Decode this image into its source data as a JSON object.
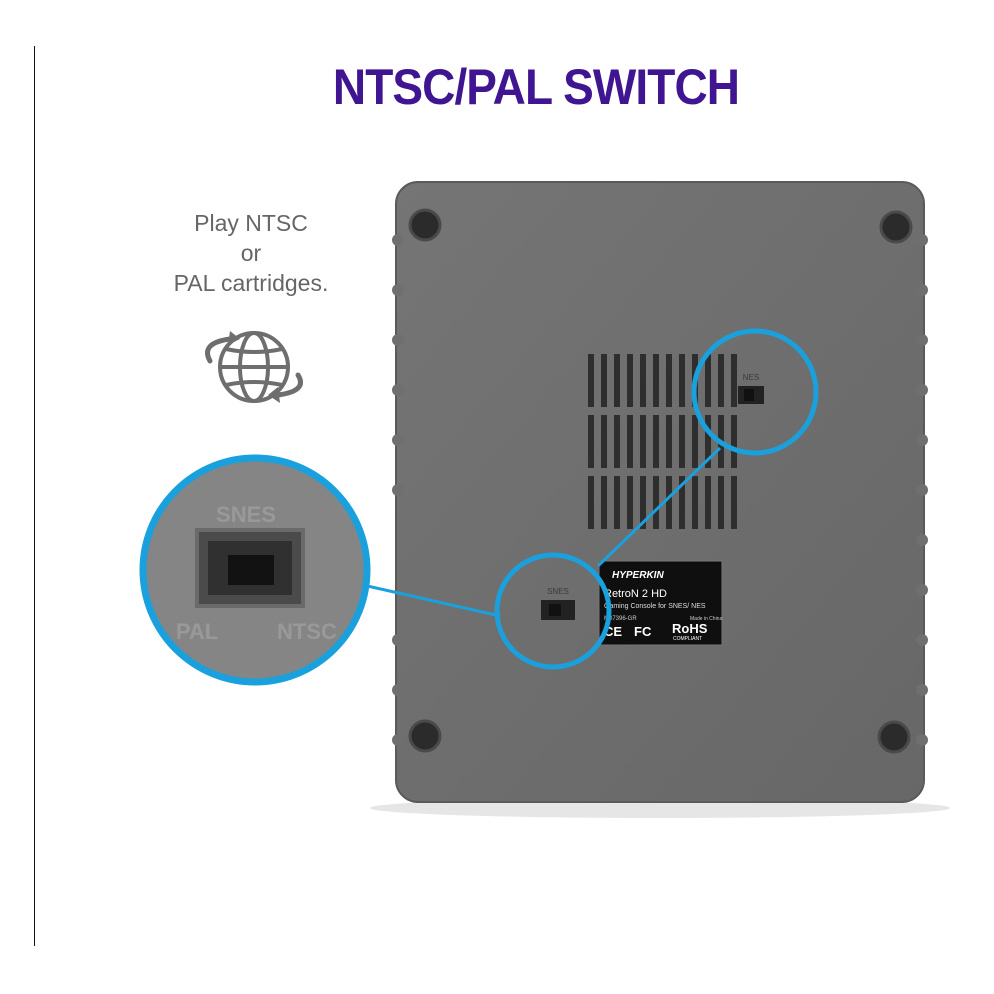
{
  "heading": "NTSC/PAL SWITCH",
  "tagline": [
    "Play NTSC",
    "or",
    "PAL cartridges."
  ],
  "switch_labels": {
    "top": "SNES",
    "left": "PAL",
    "right": "NTSC",
    "top_small": "NES"
  },
  "product_label": {
    "brand": "HYPERKIN",
    "model": "RetroN 2 HD",
    "description": "Gaming Console for SNES/ NES",
    "model_number": "M07396-GR",
    "origin": "Made in China",
    "ce": "CE",
    "fc": "FC",
    "rohs": "RoHS",
    "compliant": "COMPLIANT"
  },
  "icons": {
    "globe": "globe-arrows-icon"
  },
  "colors": {
    "heading": "#3f1592",
    "highlight": "#1aa0dc",
    "console": "#6e6e6e"
  }
}
